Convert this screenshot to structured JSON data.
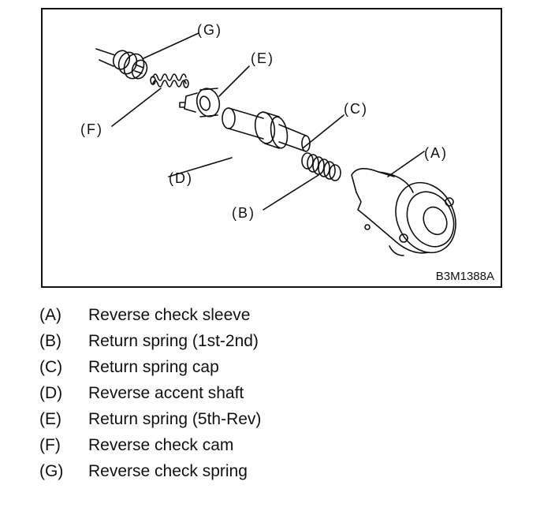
{
  "figure": {
    "code": "B3M1388A",
    "callouts": {
      "A": "(A)",
      "B": "(B)",
      "C": "(C)",
      "D": "(D)",
      "E": "(E)",
      "F": "(F)",
      "G": "(G)"
    }
  },
  "legend": [
    {
      "key": "(A)",
      "text": "Reverse check sleeve"
    },
    {
      "key": "(B)",
      "text": "Return spring (1st-2nd)"
    },
    {
      "key": "(C)",
      "text": "Return spring cap"
    },
    {
      "key": "(D)",
      "text": "Reverse accent shaft"
    },
    {
      "key": "(E)",
      "text": "Return spring (5th-Rev)"
    },
    {
      "key": "(F)",
      "text": "Reverse check cam"
    },
    {
      "key": "(G)",
      "text": "Reverse check spring"
    }
  ]
}
